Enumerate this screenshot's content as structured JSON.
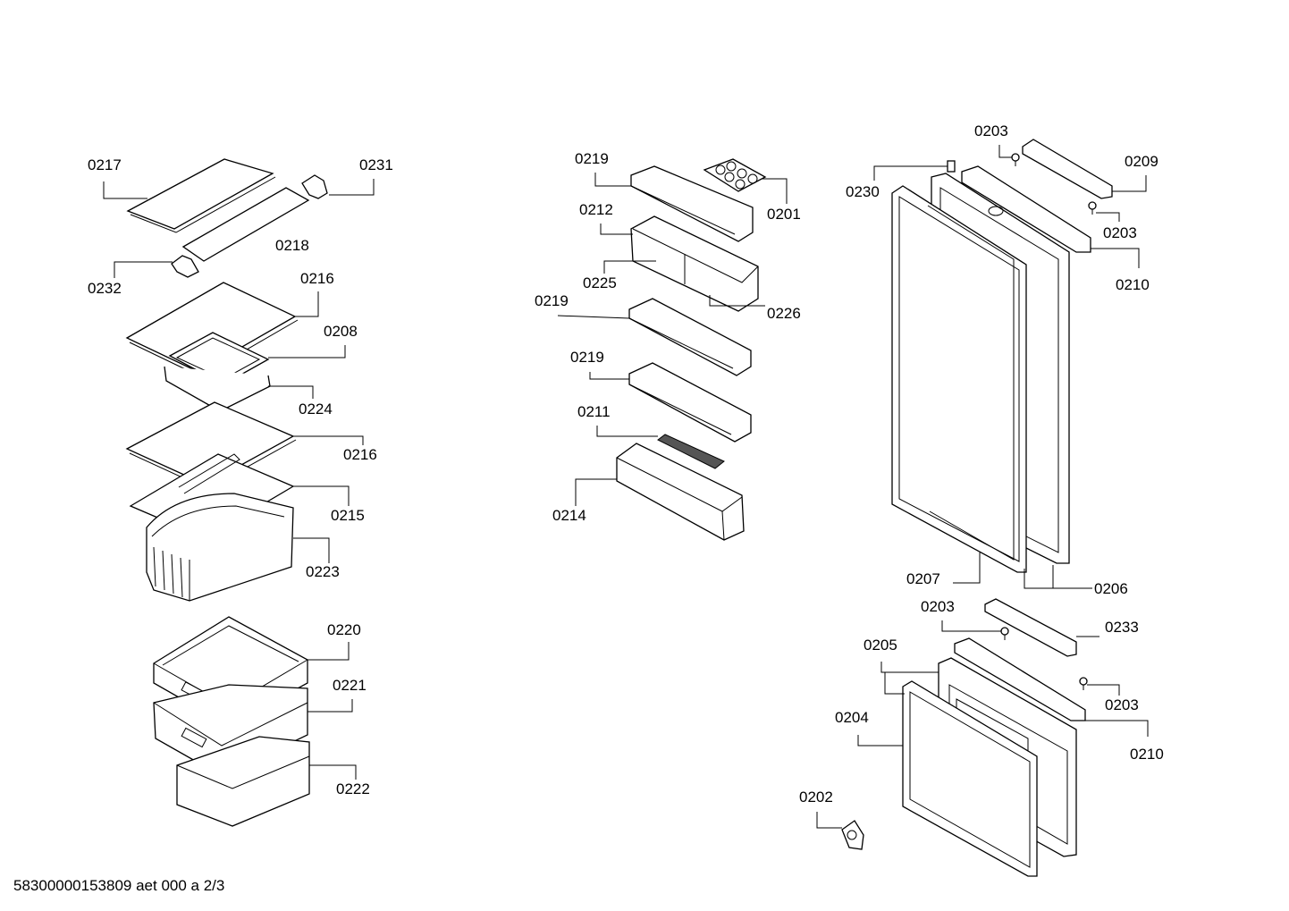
{
  "labels": {
    "p0217": "0217",
    "p0231": "0231",
    "p0218": "0218",
    "p0232": "0232",
    "p0216a": "0216",
    "p0208": "0208",
    "p0224": "0224",
    "p0216b": "0216",
    "p0215": "0215",
    "p0223": "0223",
    "p0220": "0220",
    "p0221": "0221",
    "p0222": "0222",
    "p0219a": "0219",
    "p0201": "0201",
    "p0212": "0212",
    "p0225": "0225",
    "p0226": "0226",
    "p0219b": "0219",
    "p0219c": "0219",
    "p0211": "0211",
    "p0214": "0214",
    "p0203a": "0203",
    "p0209": "0209",
    "p0230": "0230",
    "p0203b": "0203",
    "p0210a": "0210",
    "p0207": "0207",
    "p0206": "0206",
    "p0203c": "0203",
    "p0233": "0233",
    "p0205": "0205",
    "p0203d": "0203",
    "p0204": "0204",
    "p0210b": "0210",
    "p0202": "0202"
  },
  "footer": "58300000153809 aet 000 a 2/3"
}
